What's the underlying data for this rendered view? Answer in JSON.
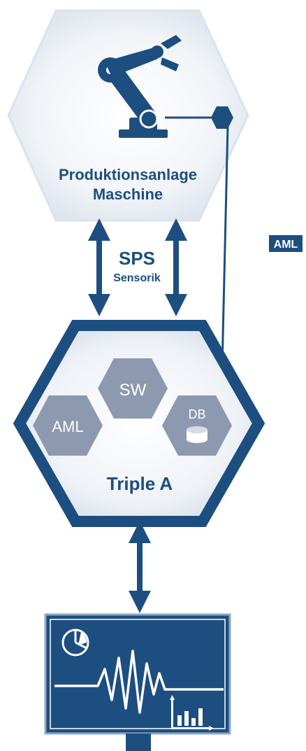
{
  "machine": {
    "title_line1": "Produktionsanlage",
    "title_line2": "Maschine"
  },
  "connection": {
    "label": "SPS",
    "sublabel": "Sensorik"
  },
  "aml_tag": "AML",
  "triple_a": {
    "title": "Triple A",
    "modules": {
      "sw": "SW",
      "aml": "AML",
      "db": "DB"
    }
  },
  "icons": {
    "robot": "robot-arm-icon",
    "database": "database-icon",
    "pie": "pie-chart-icon",
    "bars": "bar-chart-icon",
    "monitor": "monitor-icon"
  },
  "colors": {
    "primary": "#1d4e80",
    "hex_fill": "#e9eef5",
    "inner_hex": "#8d99ae",
    "white": "#ffffff"
  }
}
